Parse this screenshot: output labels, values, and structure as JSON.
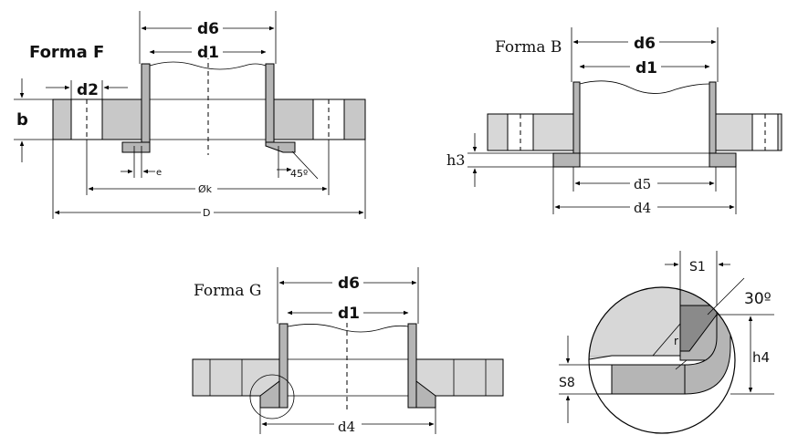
{
  "forma_f": {
    "title": "Forma F",
    "d6": "d6",
    "d1": "d1",
    "d2": "d2",
    "b": "b",
    "e": "e",
    "angle": "45º",
    "k": "Øk",
    "D": "D"
  },
  "forma_b": {
    "title": "Forma B",
    "d6": "d6",
    "d1": "d1",
    "h3": "h3",
    "d5": "d5",
    "d4": "d4"
  },
  "forma_g": {
    "title": "Forma G",
    "d6": "d6",
    "d1": "d1",
    "d4": "d4"
  },
  "detail": {
    "s1": "S1",
    "angle": "30º",
    "r": "r",
    "h4": "h4",
    "s8": "S8"
  }
}
